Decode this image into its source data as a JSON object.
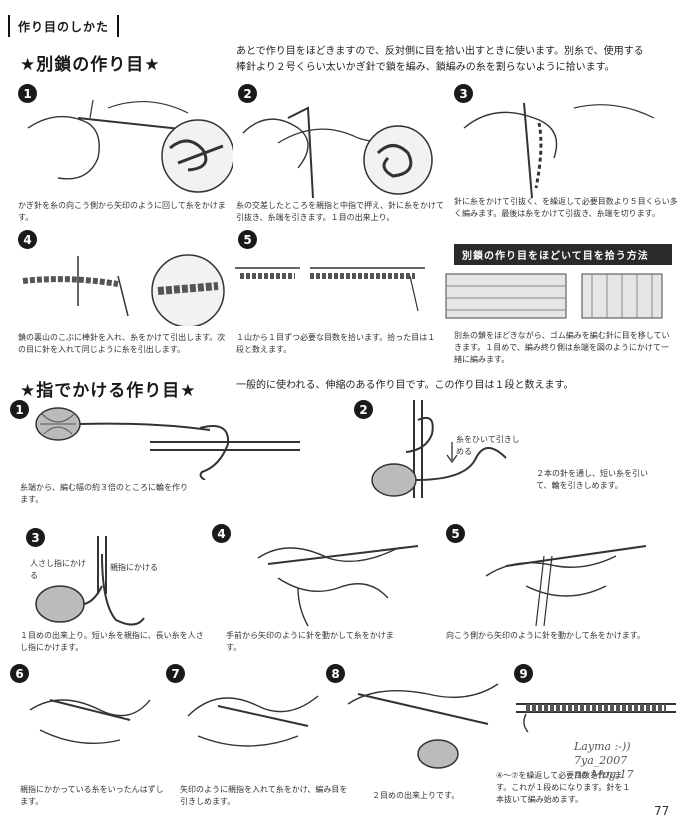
{
  "header": {
    "label": "作り目のしかた"
  },
  "section1": {
    "title": "★別鎖の作り目★",
    "intro": "あとで作り目をほどきますので、反対側に目を拾い出すときに使います。別糸で、使用する棒針より２号くらい太いかぎ針で鎖を編み、鎖編みの糸を割らないように拾います。",
    "steps": [
      {
        "num": "1",
        "caption": "かぎ針を糸の向こう側から矢印のように回して糸をかけます。"
      },
      {
        "num": "2",
        "caption": "糸の交差したところを親指と中指で押え、針に糸をかけて引抜き、糸端を引きます。１目の出来上り。"
      },
      {
        "num": "3",
        "caption": "針に糸をかけて引抜く、を繰返して必要目数より５目くらい多く編みます。最後は糸をかけて引抜き、糸端を切ります。"
      },
      {
        "num": "4",
        "caption": "鎖の裏山のこぶに棒針を入れ、糸をかけて引出します。次の目に針を入れて同じように糸を引出します。"
      },
      {
        "num": "5",
        "caption": "１山から１目ずつ必要な目数を拾います。拾った目は１段と数えます。"
      }
    ],
    "box": {
      "title": "別鎖の作り目をほどいて目を拾う方法",
      "caption": "別糸の鎖をほどきながら、ゴム編みを編む針に目を移していきます。１目めで、編み終り側は糸端を図のようにかけて一緒に編みます。"
    }
  },
  "section2": {
    "title": "★指でかける作り目★",
    "intro": "一般的に使われる、伸縮のある作り目です。この作り目は１段と数えます。",
    "steps": [
      {
        "num": "1",
        "caption": "糸端から、編む幅の約３倍のところに輪を作ります。"
      },
      {
        "num": "2",
        "caption": "２本の針を通し、短い糸を引いて、輪を引きしめます。",
        "annotation": "糸をひいて引きしめる"
      },
      {
        "num": "3",
        "caption": "１目めの出来上り。短い糸を親指に、長い糸を人さし指にかけます。",
        "label_a": "人さし指にかける",
        "label_b": "親指にかける"
      },
      {
        "num": "4",
        "caption": "手前から矢印のように針を動かして糸をかけます。"
      },
      {
        "num": "5",
        "caption": "向こう側から矢印のように針を動かして糸をかけます。"
      },
      {
        "num": "6",
        "caption": "親指にかかっている糸をいったんはずします。"
      },
      {
        "num": "7",
        "caption": "矢印のように親指を入れて糸をかけ、編み目を引きしめます。"
      },
      {
        "num": "8",
        "caption": "２目めの出来上りです。"
      },
      {
        "num": "9",
        "caption": "④～⑦を繰返して必要目数を作ります。これが１段めになります。針を１本抜いて編み始めます。"
      }
    ]
  },
  "signature": {
    "line1": "Layma :-))",
    "line2": "7ya_2007",
    "line3": "по Mag.17"
  },
  "page_number": "77"
}
